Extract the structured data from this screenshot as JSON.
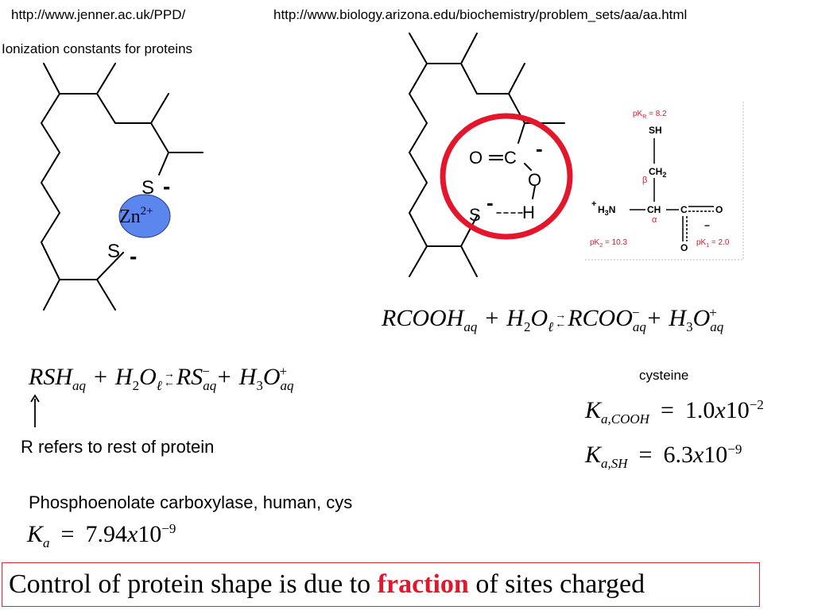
{
  "header": {
    "url_left": "http://www.jenner.ac.uk/PPD/",
    "url_right": "http://www.biology.arizona.edu/biochemistry/problem_sets/aa/aa.html",
    "subtitle": "Ionization constants for proteins"
  },
  "left_structure": {
    "s_top": "S",
    "s_bottom": "S",
    "minus": "-",
    "zn": "Zn",
    "zn_charge": "2+"
  },
  "middle_structure": {
    "o_left": "O",
    "c": "C",
    "minus": "-",
    "o_right": "O",
    "s": "S",
    "h": "H"
  },
  "cysteine_structure": {
    "pkr": "pK",
    "pkr_sub": "R",
    "pkr_val": " = 8.2",
    "sh": "SH",
    "ch2": "CH",
    "ch2_sub": "2",
    "beta": "β",
    "plus": "+",
    "h3n": "H",
    "h3n_sub": "3",
    "h3n_n": "N",
    "ch": "CH",
    "c": "C",
    "o_right": "O",
    "alpha": "α",
    "minus": "−",
    "o_bottom": "O",
    "pk2": "pK",
    "pk2_sub": "2",
    "pk2_val": " = 10.3",
    "pk1": "pK",
    "pk1_sub": "1",
    "pk1_val": " = 2.0"
  },
  "equations": {
    "rcooh": "RCOOH",
    "aq": "aq",
    "plus": "+",
    "h2o_h": "H",
    "h2o_2": "2",
    "h2o_o": "O",
    "ell": "ℓ",
    "rcoo": "RCOO",
    "minus": "−",
    "h3o_h": "H",
    "h3o_3": "3",
    "h3o_o": "O",
    "plus_charge": "+",
    "rsh": "RSH",
    "rs": "RS"
  },
  "cysteine_label": "cysteine",
  "constants": {
    "k": "K",
    "sub_cooh": "a,COOH",
    "val_cooh": "1.0",
    "exp_cooh": "−2",
    "sub_sh": "a,SH",
    "val_sh": "6.3",
    "exp_sh": "−9",
    "x": "x",
    "ten": "10",
    "eq": "=",
    "sub_a": "a",
    "val_pepc": "7.94",
    "exp_pepc": "−9"
  },
  "r_note": "R refers to rest of protein",
  "pepc_label": "Phosphoenolate carboxylase, human, cys",
  "conclusion": {
    "before": "Control of protein shape is due to ",
    "highlight": "fraction",
    "after": " of sites charged"
  },
  "colors": {
    "zn_fill": "#5b86ee",
    "circle": "#e3162b",
    "cysteine_red": "#e3162b"
  }
}
